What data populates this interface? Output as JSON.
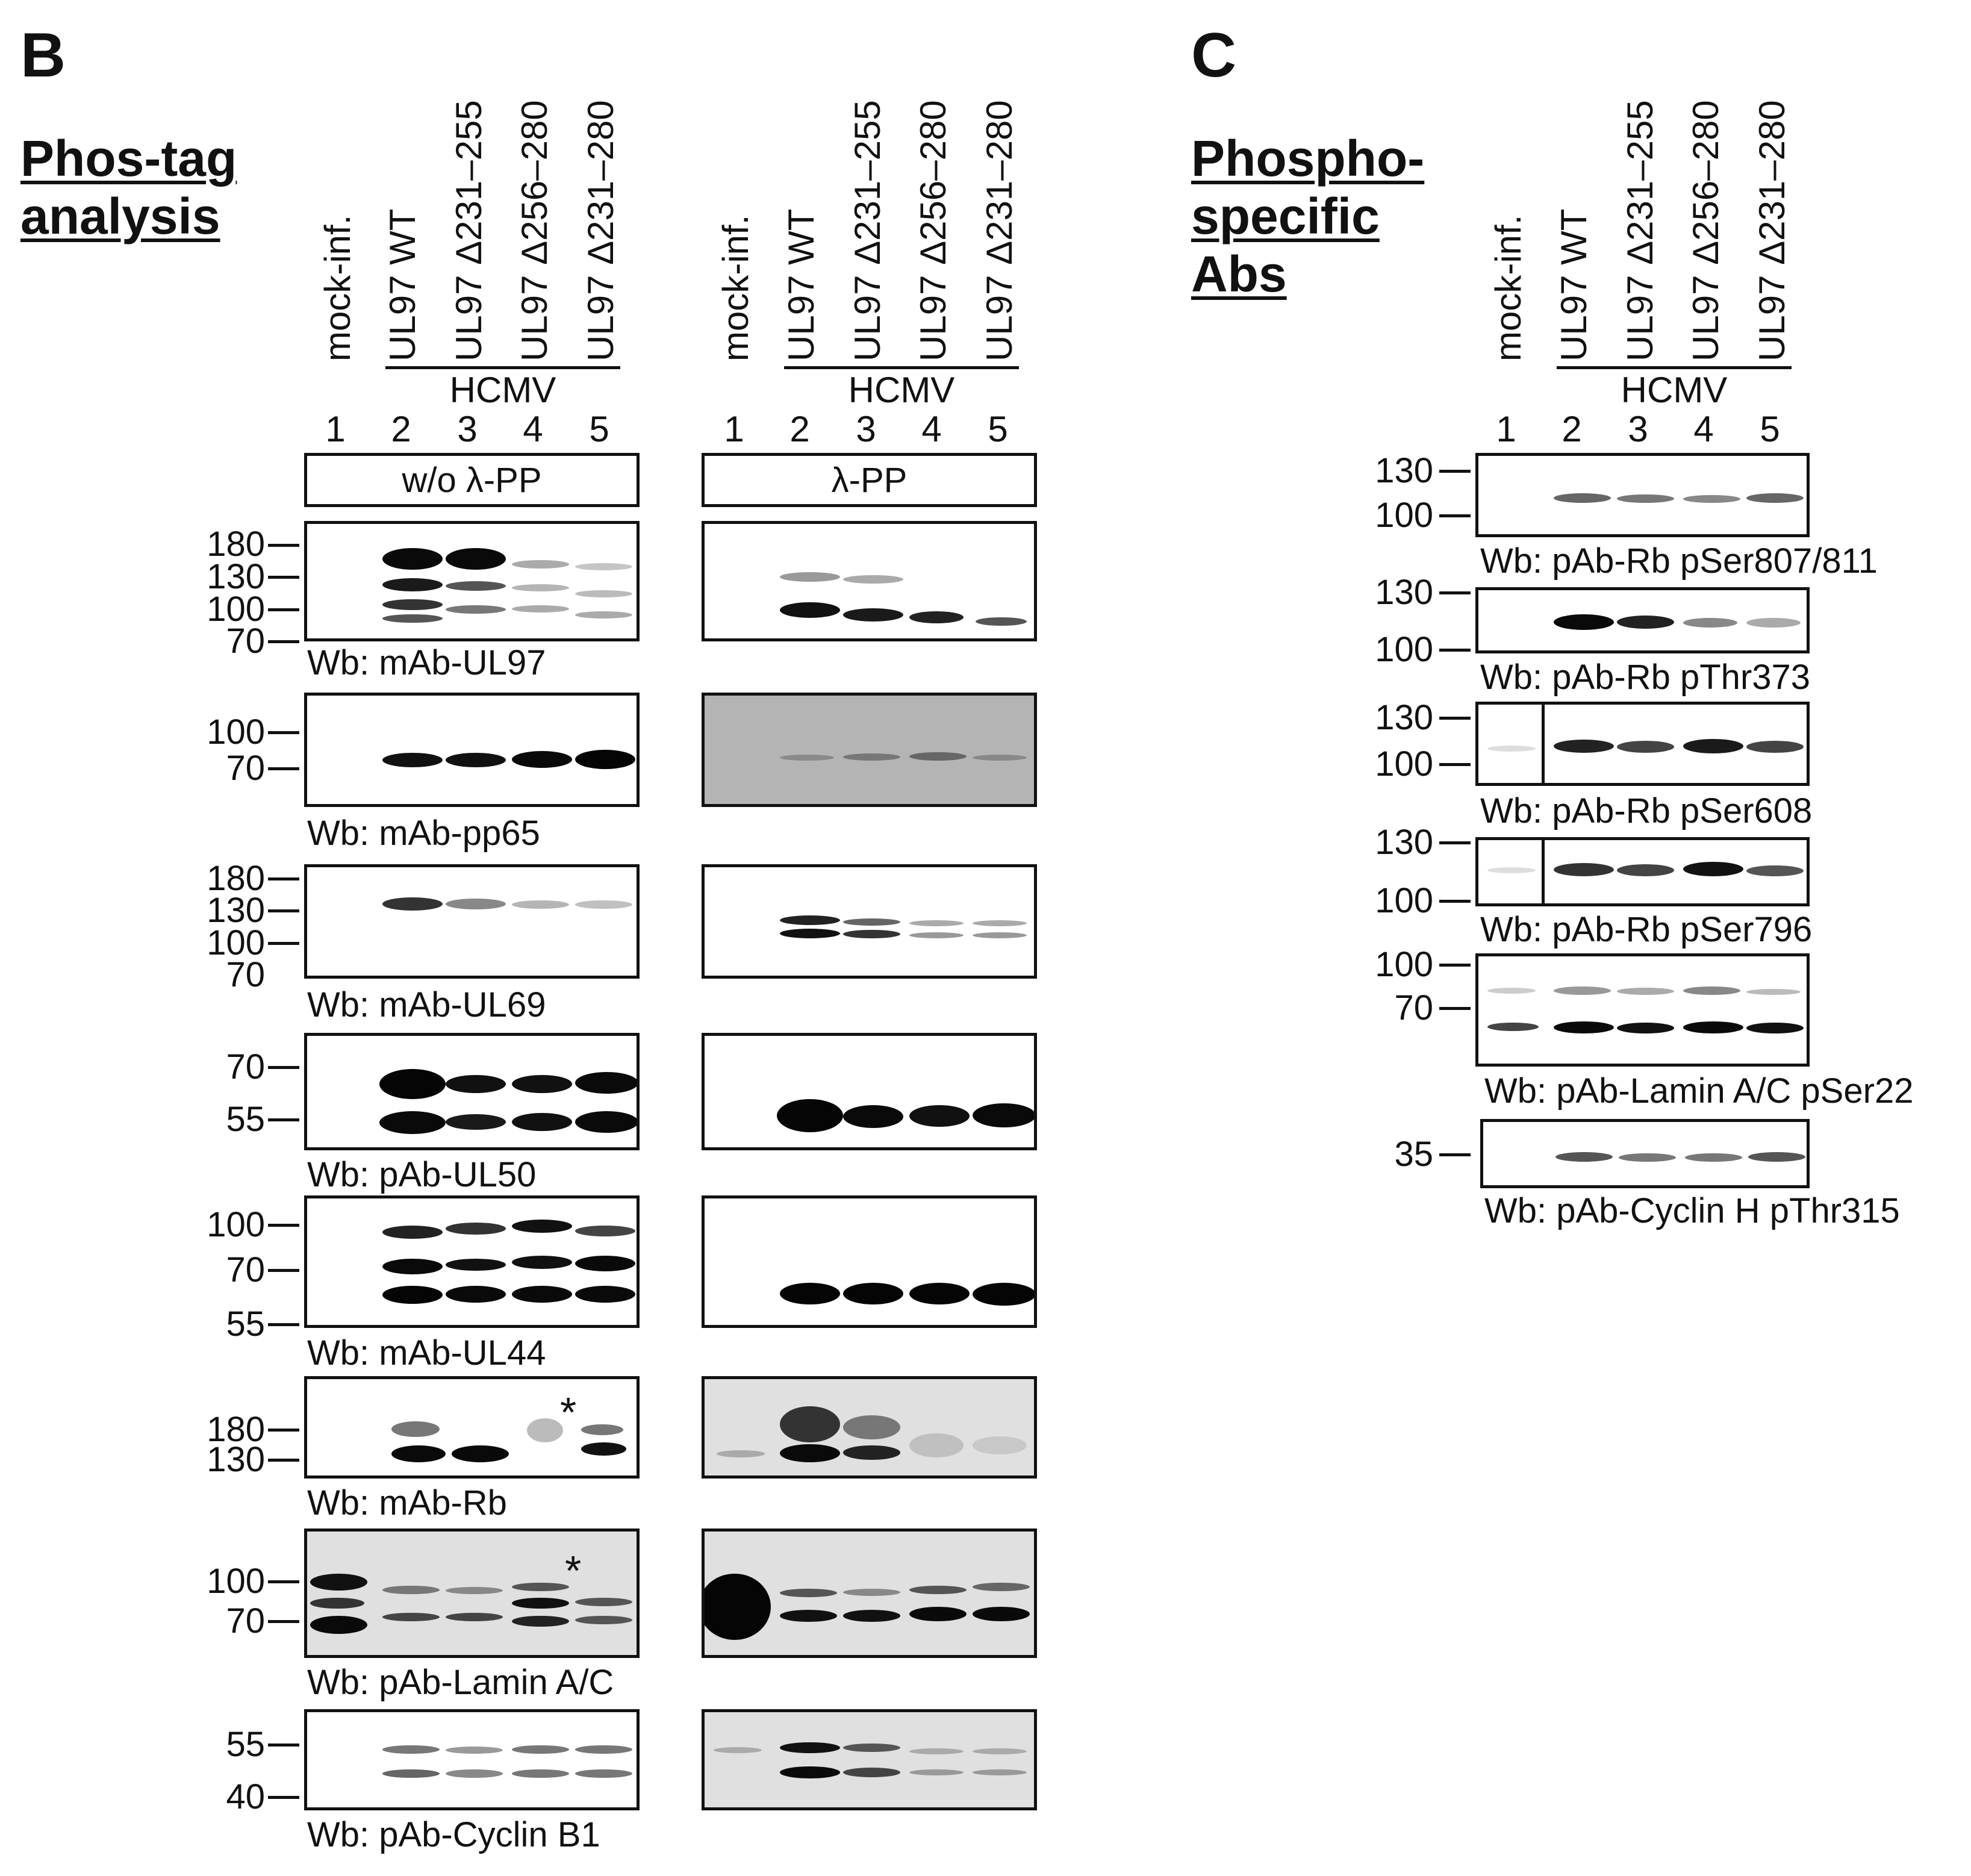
{
  "panels": {
    "B": {
      "letter": "B",
      "title_lines": [
        "Phos-tag",
        "analysis"
      ],
      "lanes": [
        "mock-inf.",
        "UL97 WT",
        "UL97 Δ231–255",
        "UL97 Δ256–280",
        "UL97 Δ231–280"
      ],
      "lane_numbers": [
        "1",
        "2",
        "3",
        "4",
        "5"
      ],
      "group_label": "HCMV",
      "conditions": [
        "w/o λ-PP",
        "λ-PP"
      ],
      "blots": [
        {
          "label": "Wb: mAb-UL97",
          "markers": [
            "180",
            "130",
            "100",
            "70"
          ]
        },
        {
          "label": "Wb: mAb-pp65",
          "markers": [
            "100",
            "70"
          ]
        },
        {
          "label": "Wb: mAb-UL69",
          "markers": [
            "180",
            "130",
            "100",
            "70"
          ]
        },
        {
          "label": "Wb: pAb-UL50",
          "markers": [
            "70",
            "55"
          ]
        },
        {
          "label": "Wb: mAb-UL44",
          "markers": [
            "100",
            "70",
            "55"
          ]
        },
        {
          "label": "Wb: mAb-Rb",
          "markers": [
            "180",
            "130"
          ]
        },
        {
          "label": "Wb: pAb-Lamin A/C",
          "markers": [
            "100",
            "70"
          ]
        },
        {
          "label": "Wb: pAb-Cyclin B1",
          "markers": [
            "55",
            "40"
          ]
        }
      ],
      "asterisk": "*"
    },
    "C": {
      "letter": "C",
      "title_lines": [
        "Phospho-",
        "specific",
        "Abs"
      ],
      "lanes": [
        "mock-inf.",
        "UL97 WT",
        "UL97 Δ231–255",
        "UL97 Δ256–280",
        "UL97 Δ231–280"
      ],
      "lane_numbers": [
        "1",
        "2",
        "3",
        "4",
        "5"
      ],
      "group_label": "HCMV",
      "blots": [
        {
          "label": "Wb: pAb-Rb pSer807/811",
          "markers": [
            "130",
            "100"
          ]
        },
        {
          "label": "Wb: pAb-Rb pThr373",
          "markers": [
            "130",
            "100"
          ]
        },
        {
          "label": "Wb: pAb-Rb pSer608",
          "markers": [
            "130",
            "100"
          ]
        },
        {
          "label": "Wb: pAb-Rb pSer796",
          "markers": [
            "130",
            "100"
          ]
        },
        {
          "label": "Wb: pAb-Lamin A/C pSer22",
          "markers": [
            "100",
            "70"
          ]
        },
        {
          "label": "Wb: pAb-Cyclin H pThr315",
          "markers": [
            "35"
          ]
        }
      ]
    }
  }
}
